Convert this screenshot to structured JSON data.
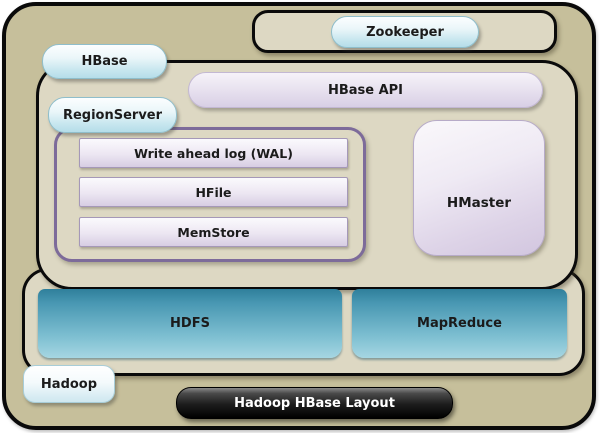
{
  "diagram": {
    "title_bar": {
      "label": "Hadoop HBase Layout"
    },
    "zookeeper": {
      "label": "Zookeeper"
    },
    "hbase": {
      "label": "HBase",
      "api": {
        "label": "HBase API"
      },
      "hmaster": {
        "label": "HMaster"
      },
      "regionserver": {
        "label": "RegionServer",
        "components": [
          {
            "label": "Write ahead log (WAL)"
          },
          {
            "label": "HFile"
          },
          {
            "label": "MemStore"
          }
        ]
      }
    },
    "hadoop": {
      "label": "Hadoop",
      "hdfs": {
        "label": "HDFS"
      },
      "mapreduce": {
        "label": "MapReduce"
      }
    },
    "colors": {
      "outer_background": "#c6bf9b",
      "panel_background": "#ddd8c3",
      "panel_border": "#0a0a0a",
      "cyan_pill": "#b5dde9",
      "lavender_fill": "#d7cde3",
      "purple_border": "#7d6b9a",
      "teal_top": "#2f7f9b",
      "teal_bottom": "#a6d6e2",
      "title_background": "#000000",
      "title_text": "#ffffff",
      "label_text": "#1b1b1b"
    }
  }
}
